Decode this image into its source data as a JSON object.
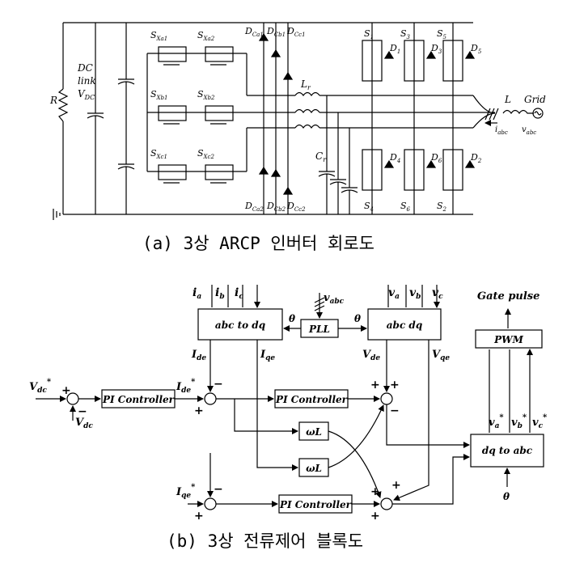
{
  "caption_a": "(a) 3상 ARCP 인버터 회로도",
  "caption_b": "(b) 3상 전류제어 블록도",
  "circuit": {
    "R": "R",
    "dc_link": [
      "DC",
      "link"
    ],
    "vdc": "V",
    "vdc_sub": "DC",
    "aux_switches": [
      {
        "sym": "S",
        "sub": "Xa1"
      },
      {
        "sym": "S",
        "sub": "Xa2"
      },
      {
        "sym": "S",
        "sub": "Xb1"
      },
      {
        "sym": "S",
        "sub": "Xb2"
      },
      {
        "sym": "S",
        "sub": "Xc1"
      },
      {
        "sym": "S",
        "sub": "Xc2"
      }
    ],
    "clamp_diodes_top": [
      {
        "sym": "D",
        "sub": "Ca1"
      },
      {
        "sym": "D",
        "sub": "Cb1"
      },
      {
        "sym": "D",
        "sub": "Cc1"
      }
    ],
    "clamp_diodes_bot": [
      {
        "sym": "D",
        "sub": "Ca2"
      },
      {
        "sym": "D",
        "sub": "Cb2"
      },
      {
        "sym": "D",
        "sub": "Cc2"
      }
    ],
    "Lr": {
      "sym": "L",
      "sub": "r"
    },
    "Cr": {
      "sym": "C",
      "sub": "r"
    },
    "main_switches_top": [
      {
        "sym": "S",
        "sub": "1"
      },
      {
        "sym": "S",
        "sub": "3"
      },
      {
        "sym": "S",
        "sub": "5"
      }
    ],
    "main_diodes_top": [
      {
        "sym": "D",
        "sub": "1"
      },
      {
        "sym": "D",
        "sub": "3"
      },
      {
        "sym": "D",
        "sub": "5"
      }
    ],
    "main_switches_bot": [
      {
        "sym": "S",
        "sub": "4"
      },
      {
        "sym": "S",
        "sub": "6"
      },
      {
        "sym": "S",
        "sub": "2"
      }
    ],
    "main_diodes_bot": [
      {
        "sym": "D",
        "sub": "4"
      },
      {
        "sym": "D",
        "sub": "6"
      },
      {
        "sym": "D",
        "sub": "2"
      }
    ],
    "L": "L",
    "grid": "Grid",
    "iabc": {
      "sym": "i",
      "sub": "abc"
    },
    "vabc": {
      "sym": "v",
      "sub": "abc"
    }
  },
  "control": {
    "inputs_i": [
      {
        "sym": "i",
        "sub": "a"
      },
      {
        "sym": "i",
        "sub": "b"
      },
      {
        "sym": "i",
        "sub": "c"
      }
    ],
    "vabc": {
      "sym": "v",
      "sub": "abc"
    },
    "inputs_v": [
      {
        "sym": "v",
        "sub": "a"
      },
      {
        "sym": "v",
        "sub": "b"
      },
      {
        "sym": "v",
        "sub": "c"
      }
    ],
    "gate_pulse": "Gate pulse",
    "abc_to_dq": "abc to dq",
    "pll": "PLL",
    "abc_dq": "abc dq",
    "pwm": "PWM",
    "theta": "θ",
    "theta_in": "θ",
    "Ide": {
      "sym": "I",
      "sub": "de"
    },
    "Iqe": {
      "sym": "I",
      "sub": "qe"
    },
    "Vde": {
      "sym": "V",
      "sub": "de"
    },
    "Vqe": {
      "sym": "V",
      "sub": "qe"
    },
    "Vdc_ref": {
      "sym": "V",
      "sub": "dc",
      "sup": "*"
    },
    "Vdc": {
      "sym": "V",
      "sub": "dc"
    },
    "Ide_ref": {
      "sym": "I",
      "sub": "de",
      "sup": "*"
    },
    "Iqe_ref": {
      "sym": "I",
      "sub": "qe",
      "sup": "*"
    },
    "pi_controller": "PI Controller",
    "omegaL": "ωL",
    "dq_to_abc": "dq to abc",
    "v_refs": [
      {
        "sym": "v",
        "sub": "a",
        "sup": "*"
      },
      {
        "sym": "v",
        "sub": "b",
        "sup": "*"
      },
      {
        "sym": "v",
        "sub": "c",
        "sup": "*"
      }
    ],
    "plus": "+",
    "minus": "−"
  }
}
